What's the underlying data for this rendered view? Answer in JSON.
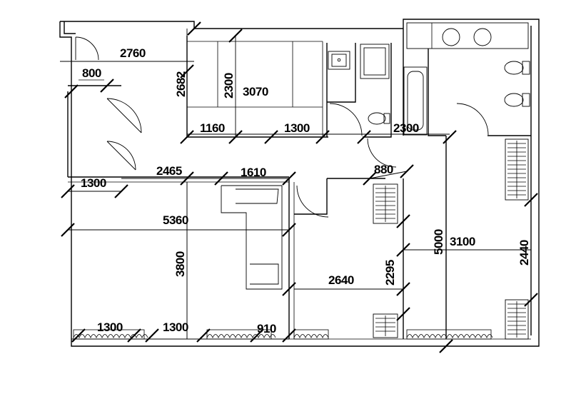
{
  "dimensions": [
    {
      "id": "d2760",
      "value": "2760"
    },
    {
      "id": "d800",
      "value": "800"
    },
    {
      "id": "d2682",
      "value": "2682"
    },
    {
      "id": "d2300",
      "value": "2300"
    },
    {
      "id": "d3070",
      "value": "3070"
    },
    {
      "id": "d1160",
      "value": "1160"
    },
    {
      "id": "d1300a",
      "value": "1300"
    },
    {
      "id": "d2300b",
      "value": "2300"
    },
    {
      "id": "d1300b",
      "value": "1300"
    },
    {
      "id": "d2465",
      "value": "2465"
    },
    {
      "id": "d1610",
      "value": "1610"
    },
    {
      "id": "d880",
      "value": "880"
    },
    {
      "id": "d5360",
      "value": "5360"
    },
    {
      "id": "d3800",
      "value": "3800"
    },
    {
      "id": "d5000",
      "value": "5000"
    },
    {
      "id": "d3100",
      "value": "3100"
    },
    {
      "id": "d2440",
      "value": "2440"
    },
    {
      "id": "d2295",
      "value": "2295"
    },
    {
      "id": "d2640",
      "value": "2640"
    },
    {
      "id": "d1300c",
      "value": "1300"
    },
    {
      "id": "d1300d",
      "value": "1300"
    },
    {
      "id": "d910",
      "value": "910"
    }
  ]
}
